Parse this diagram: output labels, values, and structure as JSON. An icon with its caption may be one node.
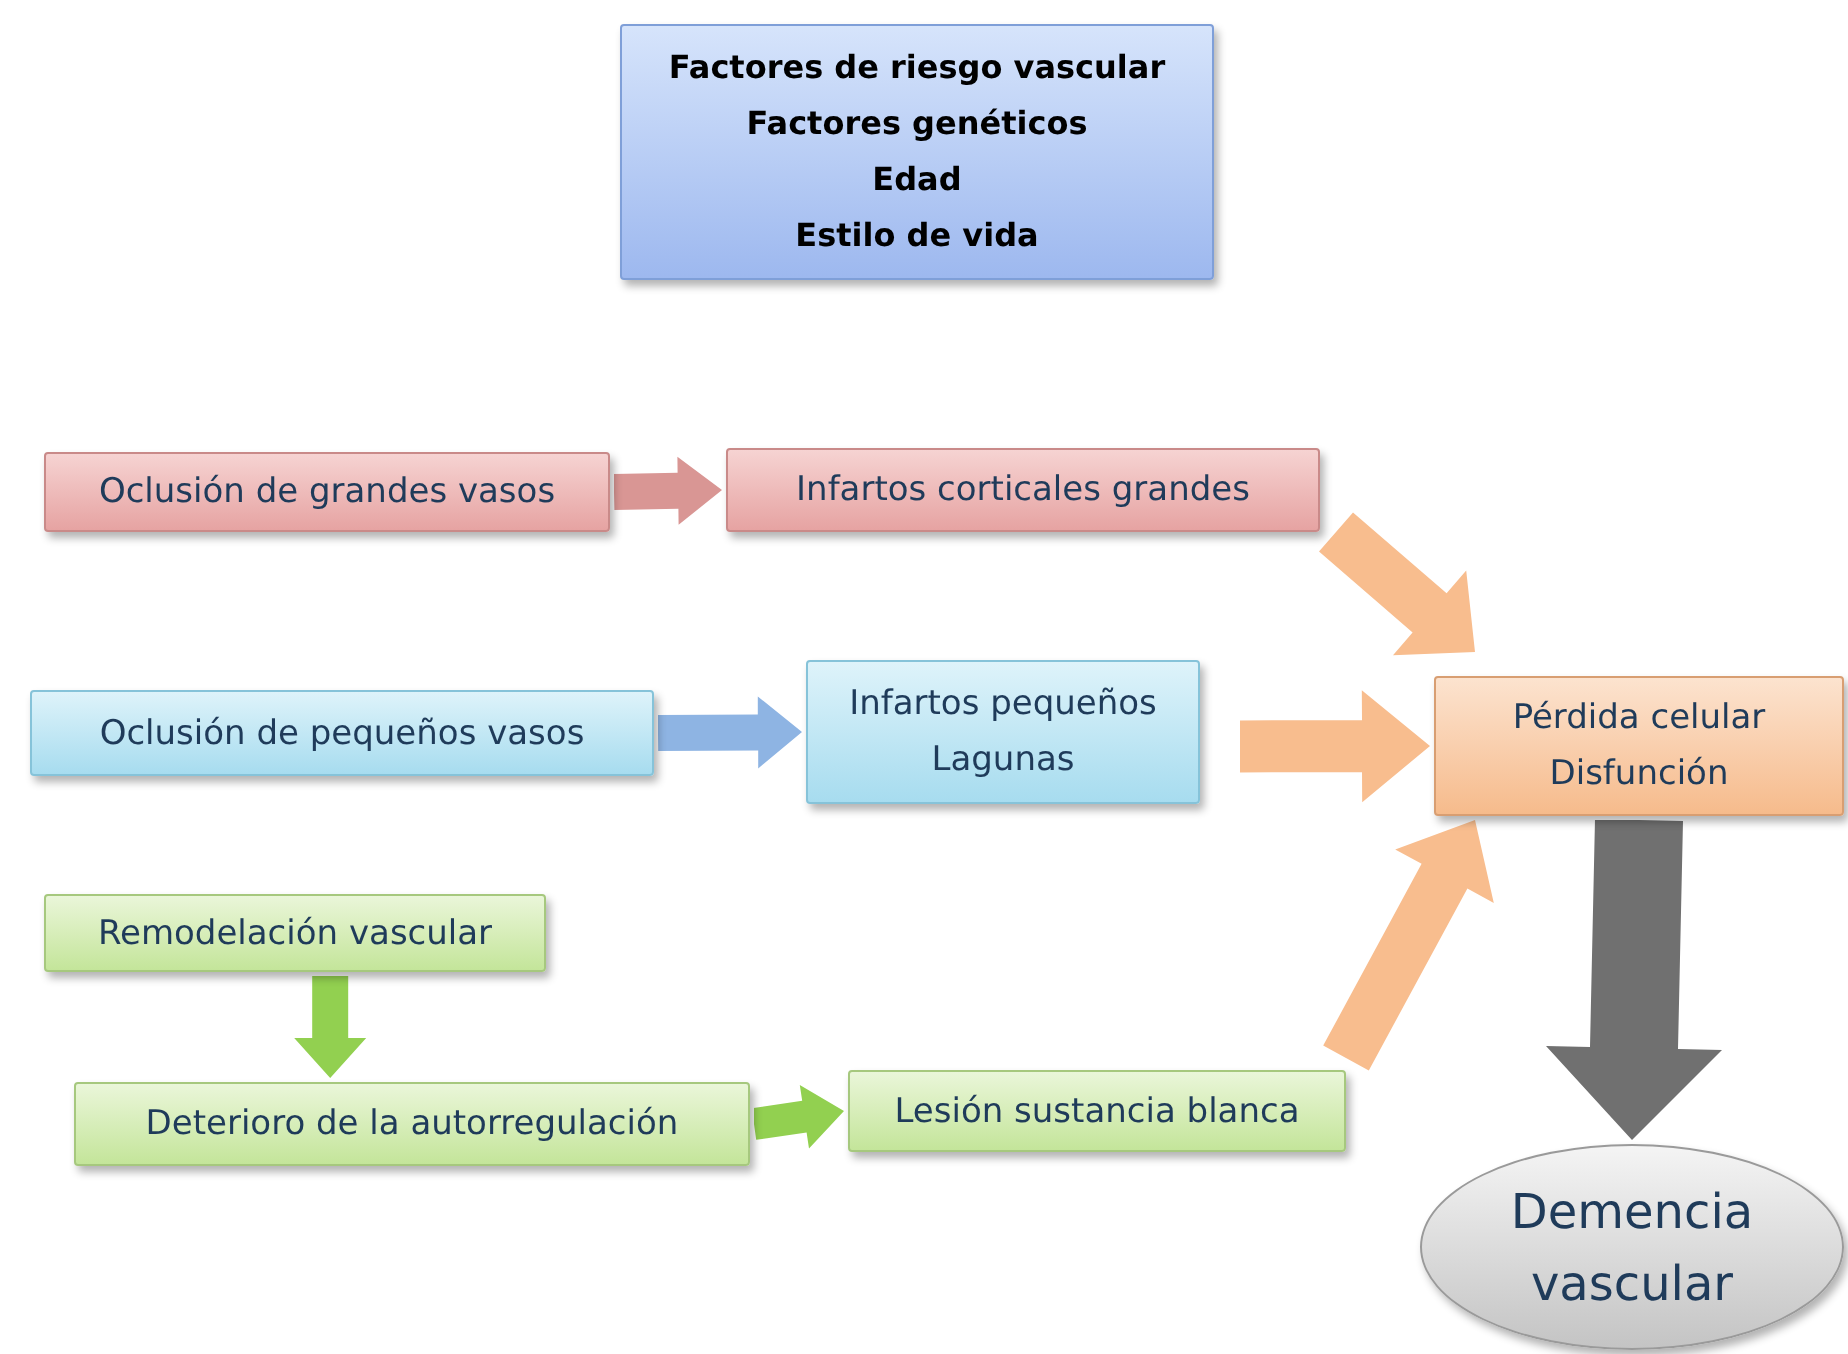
{
  "diagram": {
    "nodes": [
      {
        "text": [
          "Factores de riesgo vascular",
          "Factores genéticos",
          "Edad",
          "Estilo de vida"
        ]
      },
      {
        "text": [
          "Oclusión de grandes vasos"
        ]
      },
      {
        "text": [
          "Infartos corticales grandes"
        ]
      },
      {
        "text": [
          "Oclusión de pequeños vasos"
        ]
      },
      {
        "text": [
          "Infartos pequeños",
          "Lagunas"
        ]
      },
      {
        "text": [
          "Pérdida celular",
          "Disfunción"
        ]
      },
      {
        "text": [
          "Remodelación vascular"
        ]
      },
      {
        "text": [
          "Deterioro de la autorregulación"
        ]
      },
      {
        "text": [
          "Lesión sustancia blanca"
        ]
      },
      {
        "text": [
          "Demencia vascular"
        ]
      }
    ],
    "edges": [
      {
        "from": 1,
        "to": 2,
        "arrow": "to",
        "color": "#d99694"
      },
      {
        "from": 3,
        "to": 4,
        "arrow": "to",
        "color": "#8eb4e3"
      },
      {
        "from": 6,
        "to": 7,
        "arrow": "to",
        "color": "#92d050"
      },
      {
        "from": 7,
        "to": 8,
        "arrow": "to",
        "color": "#92d050"
      },
      {
        "from": 2,
        "to": 5,
        "arrow": "to",
        "style": "thick"
      },
      {
        "from": 4,
        "to": 5,
        "arrow": "to",
        "style": "thick"
      },
      {
        "from": 8,
        "to": 5,
        "arrow": "to",
        "style": "thick"
      },
      {
        "from": 5,
        "to": 9,
        "arrow": "to",
        "style": "thick",
        "color": "#707070"
      }
    ]
  }
}
